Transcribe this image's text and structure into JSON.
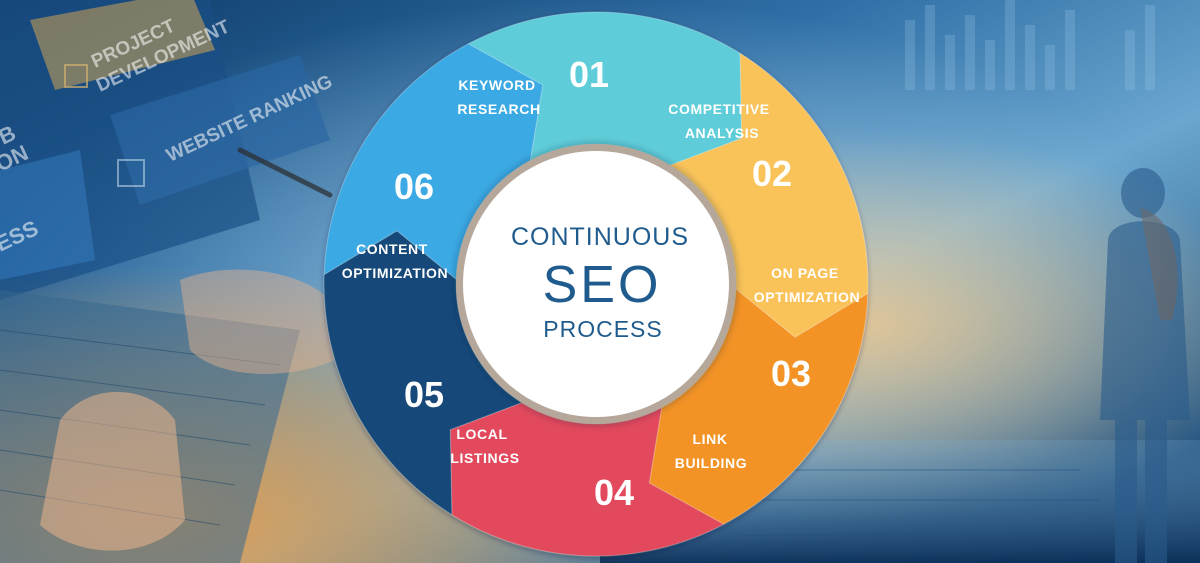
{
  "background": {
    "colors": {
      "dark_blue": "#0d3966",
      "mid_blue": "#3f7fb5",
      "light_blue": "#8fc1df",
      "orange": "#e29a45"
    },
    "screen_labels": [
      "PROJECT",
      "DEVELOPMENT",
      "WEBSITE RANKING",
      "B",
      "ON",
      "ESS"
    ]
  },
  "hub": {
    "line1": "CONTINUOUS",
    "line2": "SEO",
    "line3": "PROCESS",
    "text_color": "#1f5b8d",
    "ring_color": "#b5a79a"
  },
  "steps": [
    {
      "number": "01",
      "line1": "KEYWORD",
      "line2": "RESEARCH",
      "color": "#5fcdd9"
    },
    {
      "number": "02",
      "line1": "COMPETITIVE",
      "line2": "ANALYSIS",
      "color": "#f9c35a"
    },
    {
      "number": "03",
      "line1": "ON PAGE",
      "line2": "OPTIMIZATION",
      "color": "#f39325"
    },
    {
      "number": "04",
      "line1": "LINK",
      "line2": "BUILDING",
      "color": "#e24a5b"
    },
    {
      "number": "05",
      "line1": "LOCAL",
      "line2": "LISTINGS",
      "color": "#124a7a"
    },
    {
      "number": "06",
      "line1": "CONTENT",
      "line2": "OPTIMIZATION",
      "color": "#3ba9e4"
    }
  ]
}
